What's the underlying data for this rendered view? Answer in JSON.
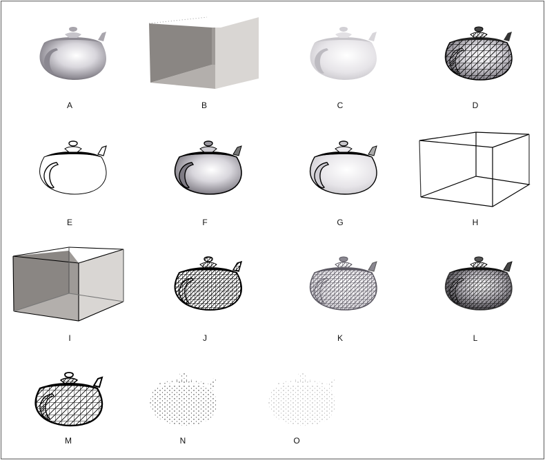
{
  "figure": {
    "description": "Grid of 3D render-mode previews of a teapot and a box",
    "panels": [
      {
        "id": "A",
        "label": "A",
        "subject": "teapot",
        "style": "smooth-shaded"
      },
      {
        "id": "B",
        "label": "B",
        "subject": "box",
        "style": "solid-shaded-open"
      },
      {
        "id": "C",
        "label": "C",
        "subject": "teapot",
        "style": "light-shaded"
      },
      {
        "id": "D",
        "label": "D",
        "subject": "teapot",
        "style": "shaded-with-wireframe"
      },
      {
        "id": "E",
        "label": "E",
        "subject": "teapot",
        "style": "outline"
      },
      {
        "id": "F",
        "label": "F",
        "subject": "teapot",
        "style": "shaded-with-outline"
      },
      {
        "id": "G",
        "label": "G",
        "subject": "teapot",
        "style": "light-shaded-with-outline"
      },
      {
        "id": "H",
        "label": "H",
        "subject": "box",
        "style": "wireframe-box"
      },
      {
        "id": "I",
        "label": "I",
        "subject": "box",
        "style": "solid-shaded-with-edges"
      },
      {
        "id": "J",
        "label": "J",
        "subject": "teapot",
        "style": "wireframe"
      },
      {
        "id": "K",
        "label": "K",
        "subject": "teapot",
        "style": "shaded-wireframe"
      },
      {
        "id": "L",
        "label": "L",
        "subject": "teapot",
        "style": "dark-shaded-wireframe"
      },
      {
        "id": "M",
        "label": "M",
        "subject": "teapot",
        "style": "hidden-line-wireframe"
      },
      {
        "id": "N",
        "label": "N",
        "subject": "teapot",
        "style": "point-cloud"
      },
      {
        "id": "O",
        "label": "O",
        "subject": "teapot",
        "style": "light-point-cloud"
      }
    ]
  },
  "colors": {
    "border": "#5a5a5a",
    "box_back": "#8a8683",
    "box_inner": "#9e9a97",
    "box_floor": "#b3afac",
    "box_side": "#d9d6d3",
    "teapot_mid": "#b9b7bd",
    "teapot_light": "#f4f3f6",
    "teapot_dark": "#6f6c74"
  }
}
